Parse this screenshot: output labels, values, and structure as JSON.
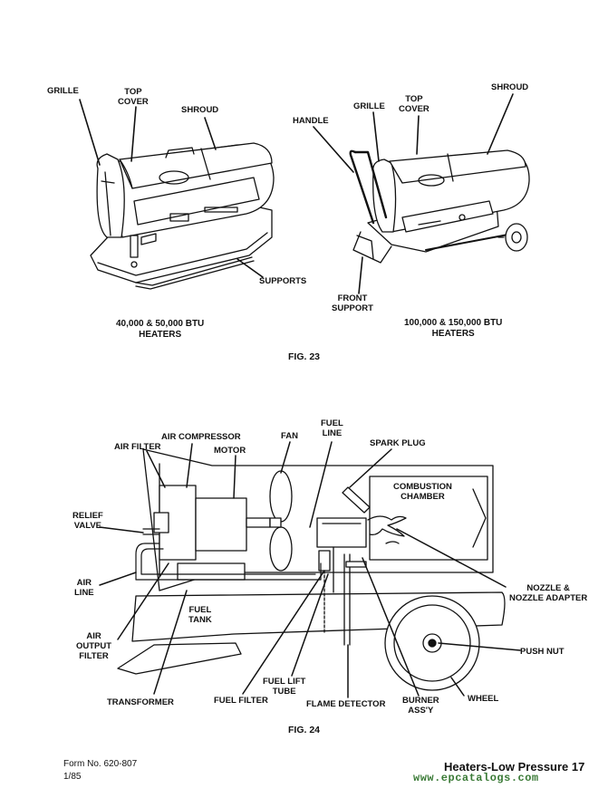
{
  "fig23": {
    "left_labels": {
      "grille": "GRILLE",
      "top_cover": "TOP\nCOVER",
      "shroud": "SHROUD",
      "supports": "SUPPORTS"
    },
    "right_labels": {
      "handle": "HANDLE",
      "grille": "GRILLE",
      "top_cover": "TOP\nCOVER",
      "shroud": "SHROUD",
      "front_support": "FRONT\nSUPPORT"
    },
    "left_caption": "40,000 & 50,000 BTU\nHEATERS",
    "right_caption": "100,000 & 150,000 BTU\nHEATERS",
    "figure_label": "FIG. 23"
  },
  "fig24": {
    "labels": {
      "air_compressor": "AIR COMPRESSOR",
      "air_filter": "AIR FILTER",
      "motor": "MOTOR",
      "fan": "FAN",
      "fuel_line": "FUEL\nLINE",
      "spark_plug": "SPARK PLUG",
      "combustion_chamber": "COMBUSTION\nCHAMBER",
      "relief_valve": "RELIEF\nVALVE",
      "air_line": "AIR\nLINE",
      "fuel_tank": "FUEL\nTANK",
      "nozzle": "NOZZLE &\nNOZZLE ADAPTER",
      "air_output_filter": "AIR\nOUTPUT\nFILTER",
      "push_nut": "PUSH NUT",
      "fuel_lift_tube": "FUEL LIFT\nTUBE",
      "wheel": "WHEEL",
      "transformer": "TRANSFORMER",
      "fuel_filter": "FUEL FILTER",
      "flame_detector": "FLAME DETECTOR",
      "burner_assy": "BURNER\nASS'Y"
    },
    "figure_label": "FIG. 24"
  },
  "footer": {
    "form_no": "Form No. 620-807",
    "date": "1/85",
    "title": "Heaters-Low Pressure 17",
    "watermark": "www.epcatalogs.com"
  }
}
